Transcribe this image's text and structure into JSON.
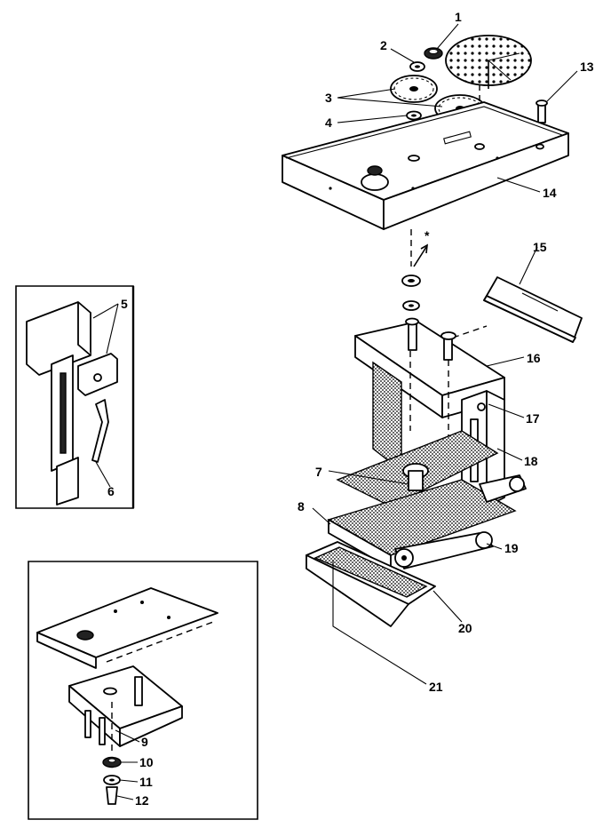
{
  "labels": {
    "l1": "1",
    "l2": "2",
    "l3": "3",
    "l4": "4",
    "l5": "5",
    "l6": "6",
    "l7": "7",
    "l8": "8",
    "l9": "9",
    "l10": "10",
    "l11": "11",
    "l12": "12",
    "l13": "13",
    "l14": "14",
    "l15": "15",
    "l16": "16",
    "l17": "17",
    "l18": "18",
    "l19": "19",
    "l20": "20",
    "l21": "21",
    "asterisk": "*"
  }
}
